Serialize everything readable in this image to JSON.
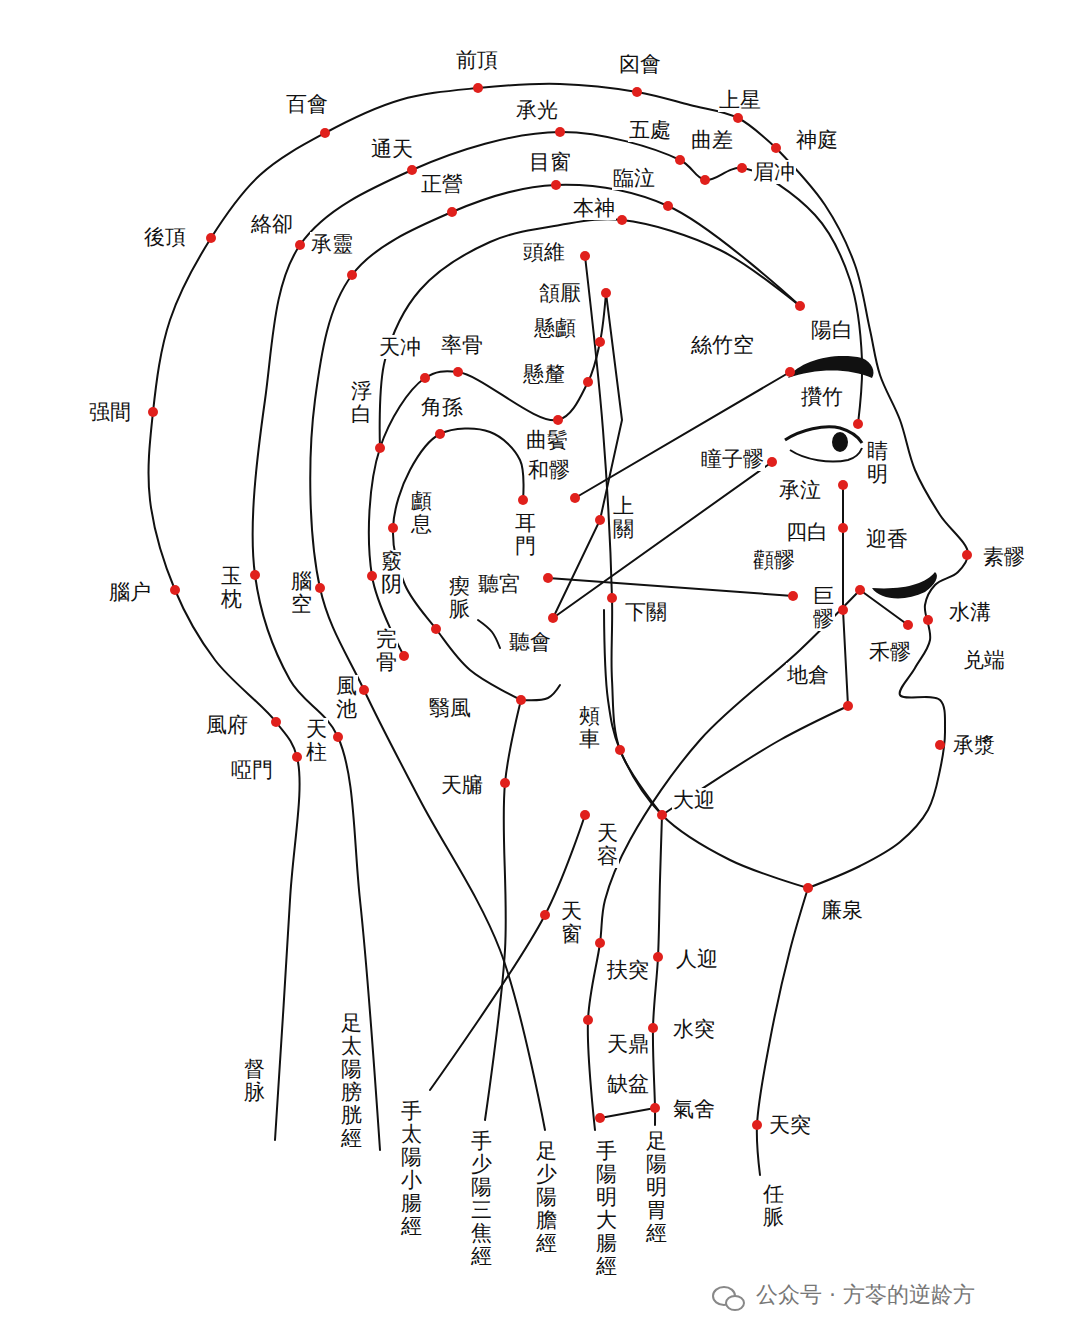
{
  "diagram": {
    "labels": [
      "前頂",
      "囟會",
      "上星",
      "神庭",
      "百會",
      "後頂",
      "强間",
      "腦户",
      "風府",
      "啞門",
      "承光",
      "五處",
      "曲差",
      "眉冲",
      "通天",
      "絡卻",
      "目窗",
      "臨泣",
      "正營",
      "本神",
      "承靈",
      "陽白",
      "頭維",
      "頷厭",
      "懸顱",
      "懸釐",
      "天冲",
      "率骨",
      "角孫",
      "浮白",
      "曲鬢",
      "和髎",
      "絲竹空",
      "攢竹",
      "睛明",
      "瞳子髎",
      "承泣",
      "四白",
      "顴髎",
      "迎香",
      "巨髎",
      "素髎",
      "水溝",
      "兑端",
      "禾髎",
      "地倉",
      "承漿",
      "顱息",
      "耳門",
      "上關",
      "聽宮",
      "下關",
      "瘈脈",
      "竅阴",
      "聽會",
      "完骨",
      "玉枕",
      "腦空",
      "風池",
      "天柱",
      "翳風",
      "天牖",
      "頰車",
      "大迎",
      "天容",
      "天窗",
      "廉泉",
      "扶突",
      "人迎",
      "天鼎",
      "水突",
      "缺盆",
      "氣舍",
      "天突",
      "督脉",
      "足太陽膀胱經",
      "手太陽小腸經",
      "手少陽三焦經",
      "足少陽膽經",
      "手陽明大腸經",
      "足陽明胃經",
      "任脈",
      "公众号 · 方苓的逆龄方"
    ]
  }
}
